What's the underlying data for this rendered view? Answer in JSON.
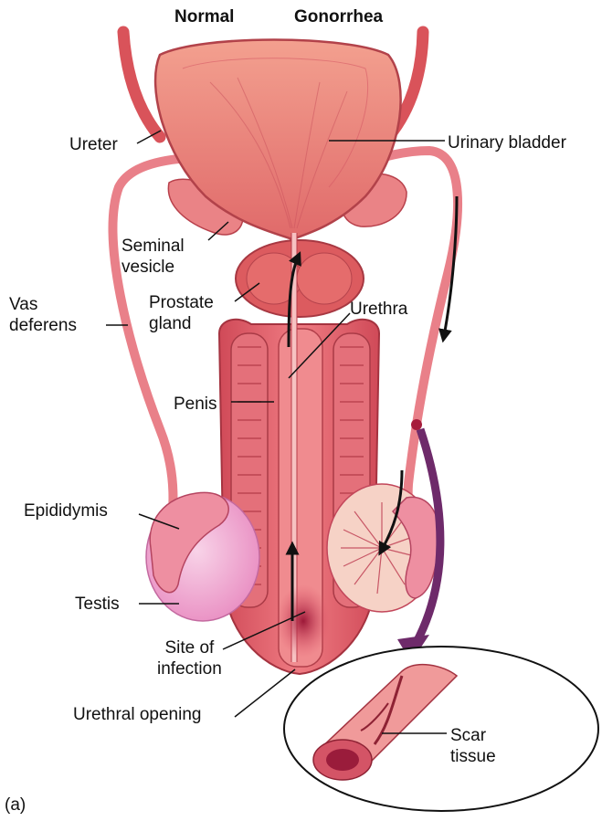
{
  "headers": {
    "normal": "Normal",
    "gonorrhea": "Gonorrhea"
  },
  "labels": {
    "ureter": "Ureter",
    "urinary_bladder": "Urinary bladder",
    "seminal_vesicle": "Seminal\nvesicle",
    "vas_deferens": "Vas\ndeferens",
    "prostate_gland": "Prostate\ngland",
    "urethra": "Urethra",
    "penis": "Penis",
    "epididymis": "Epididymis",
    "testis": "Testis",
    "site_of_infection": "Site of\ninfection",
    "urethral_opening": "Urethral opening",
    "scar_tissue": "Scar\ntissue"
  },
  "panel_letter": "(a)",
  "colors": {
    "tissue": "#e8707a",
    "tissue_dark": "#c43d4d",
    "tissue_light": "#f4a6a6",
    "testis_normal": "#f0a8d0",
    "arrow_purple": "#6e2a6a"
  }
}
